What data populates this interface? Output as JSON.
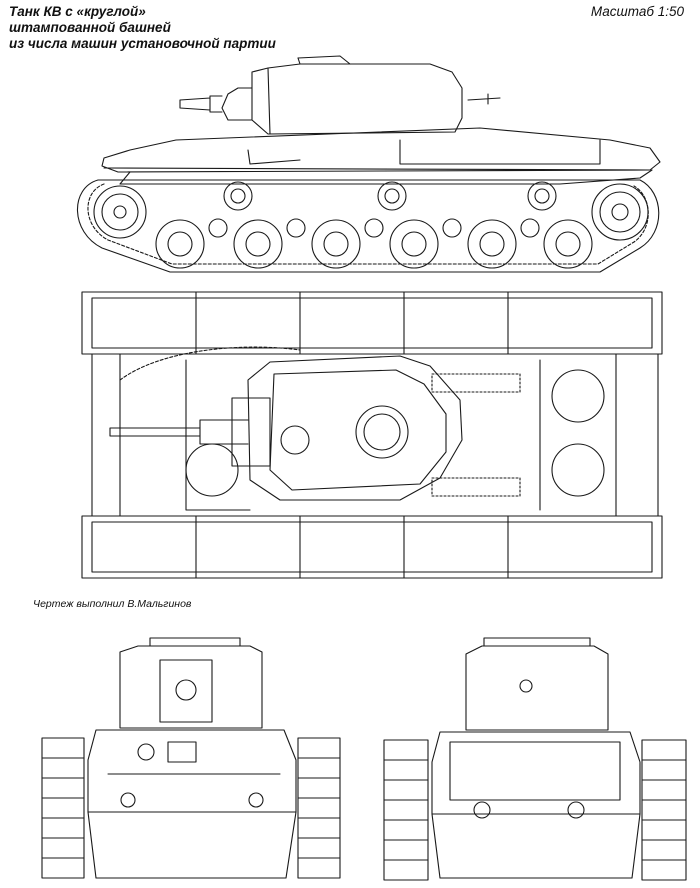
{
  "title": {
    "line1": "Танк КВ с «круглой»",
    "line2": "штампованной башней",
    "line3": "из числа машин установочной партии"
  },
  "scale_label": "Масштаб 1:50",
  "credit": "Чертеж выполнил В.Мальгинов",
  "colors": {
    "ink": "#1a1a1a",
    "paper": "#ffffff"
  }
}
